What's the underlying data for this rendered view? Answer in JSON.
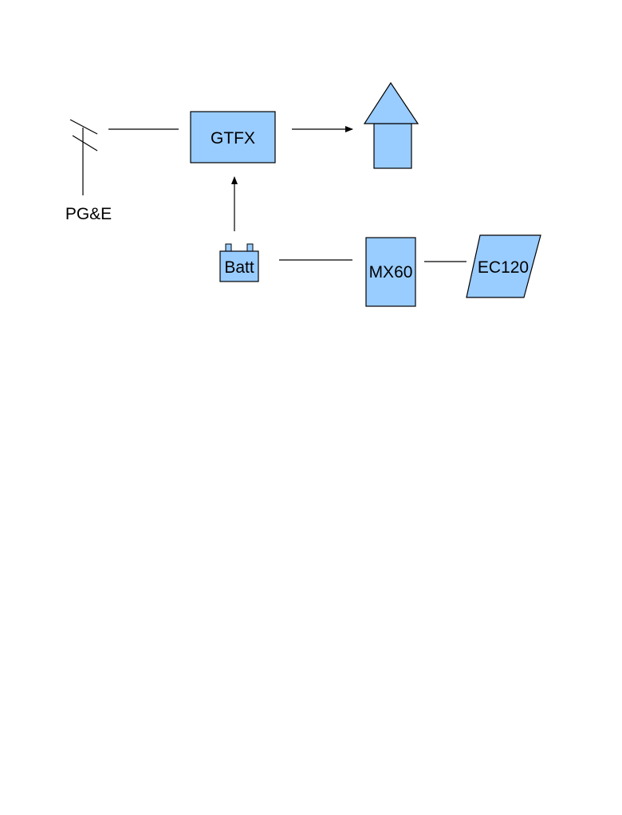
{
  "diagram": {
    "title": "Solar power system wiring",
    "fill_color": "#99ccff",
    "stroke_color": "#000000",
    "nodes": {
      "grid": {
        "label": "PG&E",
        "icon": "utility-pole-icon"
      },
      "inverter": {
        "label": "GTFX"
      },
      "house": {
        "label": "",
        "icon": "house-arrow-icon"
      },
      "battery": {
        "label": "Batt",
        "icon": "battery-icon"
      },
      "charge_controller": {
        "label": "MX60"
      },
      "solar_panel": {
        "label": "EC120"
      }
    },
    "edges": [
      {
        "from": "grid",
        "to": "inverter",
        "arrow": false
      },
      {
        "from": "inverter",
        "to": "house",
        "arrow": true
      },
      {
        "from": "battery",
        "to": "inverter",
        "arrow": true
      },
      {
        "from": "battery",
        "to": "charge_controller",
        "arrow": false
      },
      {
        "from": "charge_controller",
        "to": "solar_panel",
        "arrow": false
      }
    ]
  }
}
